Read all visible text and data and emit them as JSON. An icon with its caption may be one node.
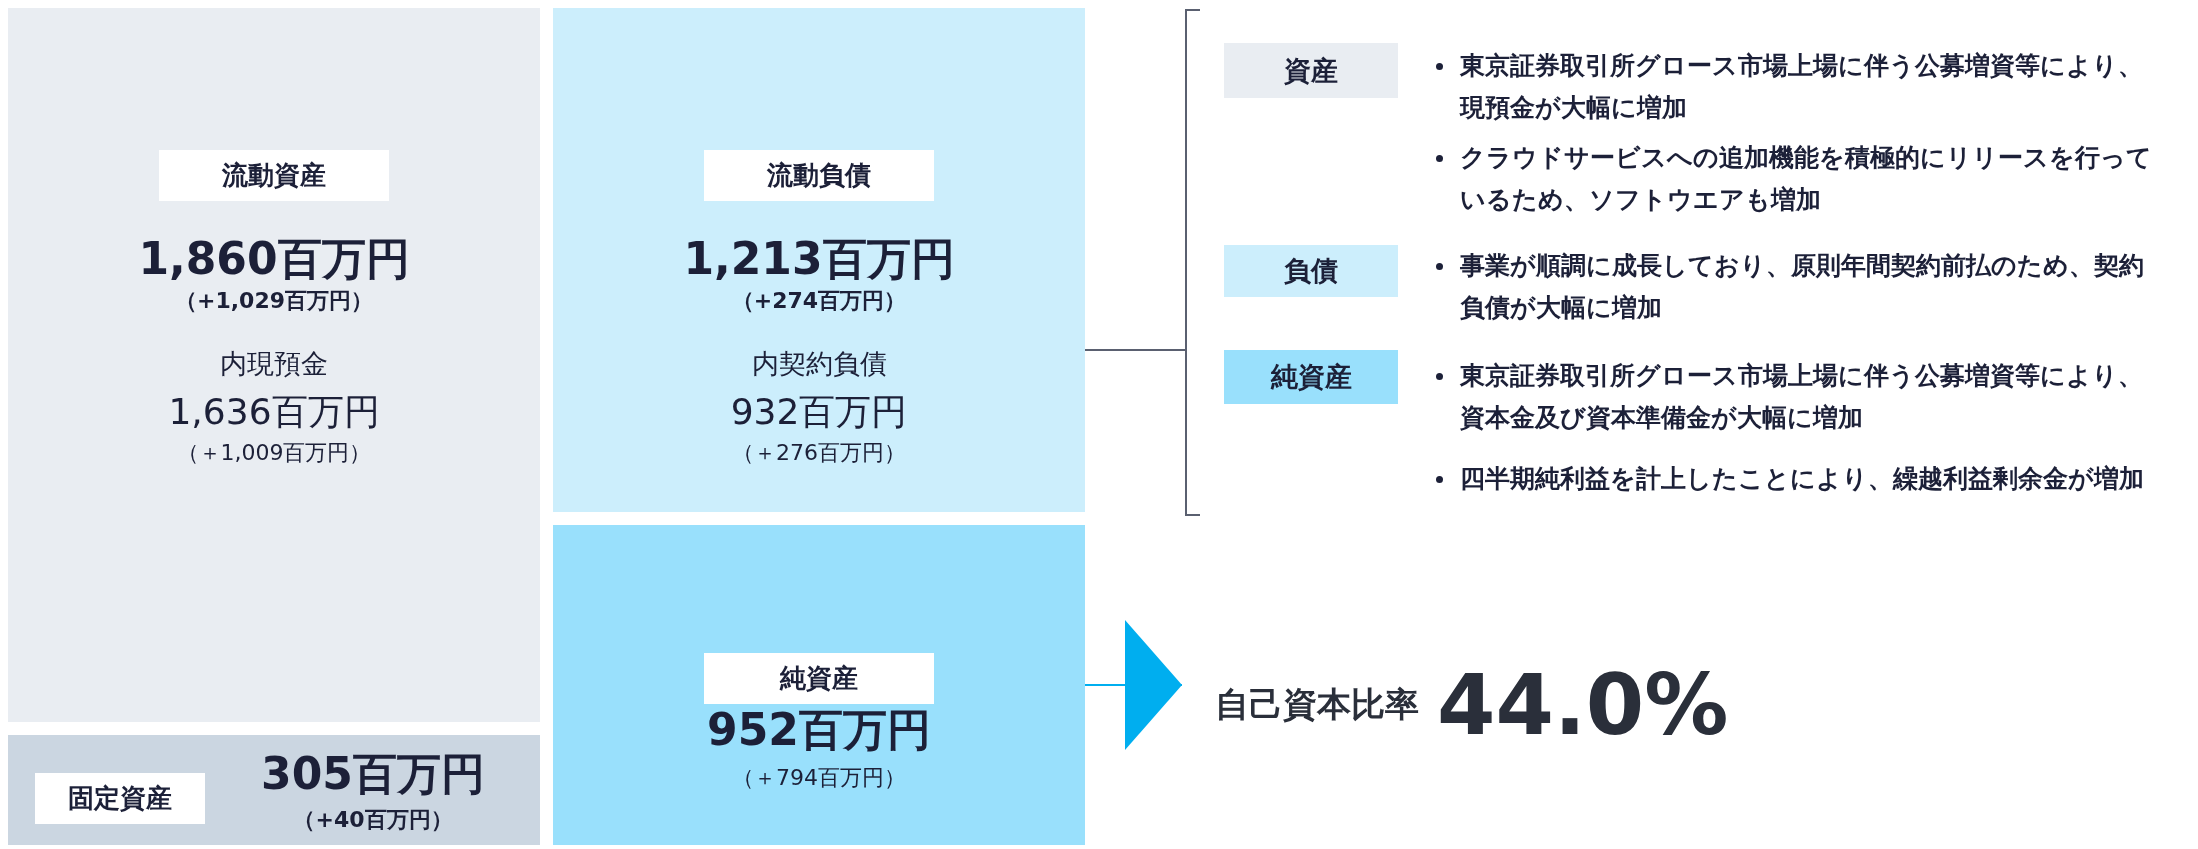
{
  "diagram": {
    "nodes": [
      {
        "text": [
          "流動資産",
          "1,860百万円",
          "（+1,029百万円）",
          "内現預金",
          "1,636百万円",
          "（＋1,009百万円）"
        ]
      },
      {
        "text": [
          "固定資産",
          "305百万円",
          "（+40百万円）"
        ]
      },
      {
        "text": [
          "流動負債",
          "1,213百万円",
          "（+274百万円）",
          "内契約負債",
          "932百万円",
          "（＋276百万円）"
        ]
      },
      {
        "text": [
          "純資産",
          "952百万円",
          "（＋794百万円）"
        ]
      },
      {
        "text": [
          "資産"
        ],
        "beside": [
          "東京証券取引所グロース市場上場に伴う公募増資等により、現預金が大幅に増加",
          "クラウドサービスへの追加機能を積極的にリリースを行っているため、ソフトウエアも増加"
        ]
      },
      {
        "text": [
          "負債"
        ],
        "beside": [
          "事業が順調に成長しており、原則年間契約前払のため、契約負債が大幅に増加"
        ]
      },
      {
        "text": [
          "純資産"
        ],
        "beside": [
          "東京証券取引所グロース市場上場に伴う公募増資等により、資本金及び資本準備金が大幅に増加",
          "四半期純利益を計上したことにより、繰越利益剰余金が増加"
        ]
      },
      {
        "text": [
          "自己資本比率",
          "44.0%"
        ]
      }
    ],
    "edges": [
      {
        "from": 3,
        "to": 7,
        "arrow": "to"
      }
    ]
  }
}
